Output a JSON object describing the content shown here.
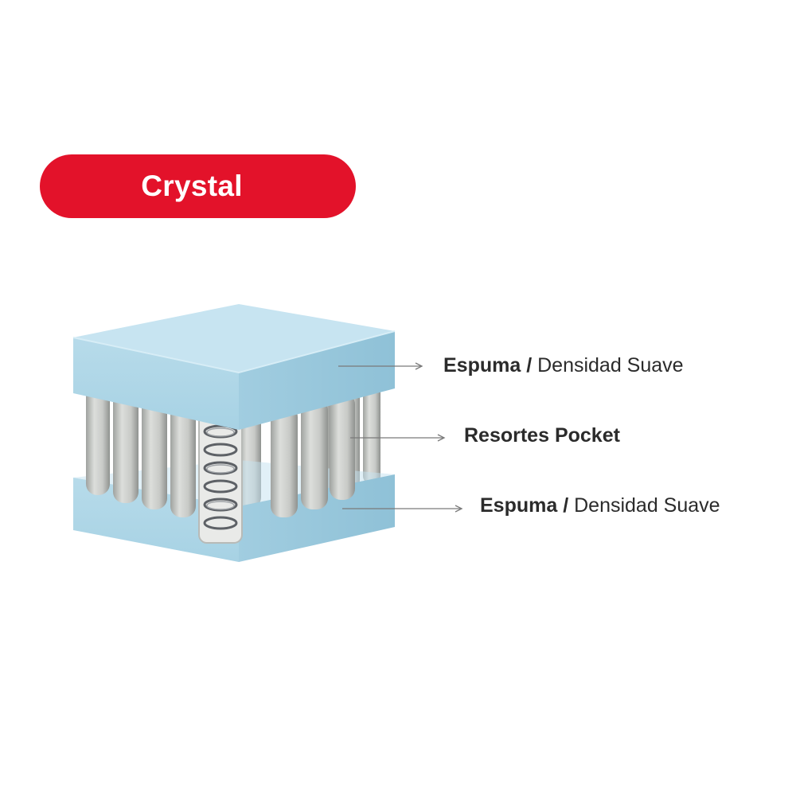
{
  "title": "Crystal",
  "colors": {
    "pill": "#e3122a",
    "foam": "#b9dcea",
    "foam_top": "#c6e4f0",
    "foam_side": "#9fcade",
    "pocket": "#cdcfcc",
    "pocket_shade": "#a9aca9",
    "spring": "#6a6e72",
    "arrow": "#7a7a7a"
  },
  "layers": [
    {
      "bold": "Espuma",
      "separator": " / ",
      "normal": "Densidad Suave"
    },
    {
      "bold": "Resortes Pocket",
      "separator": "",
      "normal": ""
    },
    {
      "bold": "Espuma",
      "separator": " / ",
      "normal": "Densidad Suave"
    }
  ]
}
